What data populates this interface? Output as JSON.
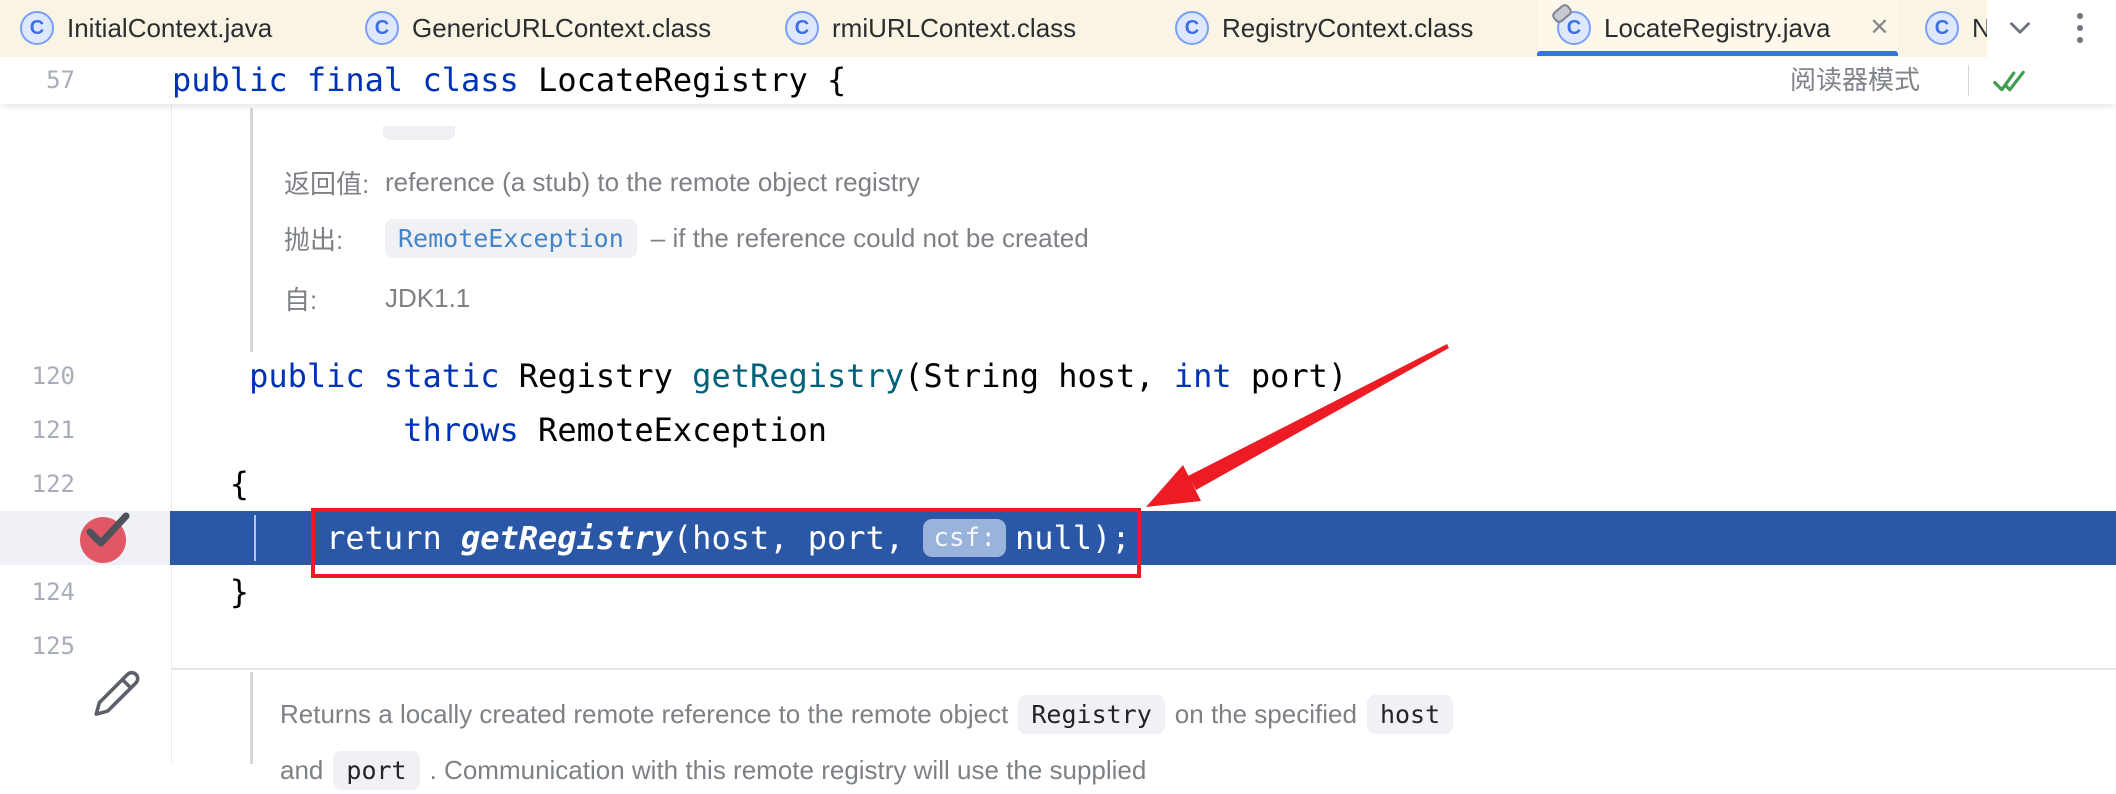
{
  "tab_bar": {
    "icon_letter": "C",
    "tabs": [
      {
        "label": "InitialContext.java"
      },
      {
        "label": "GenericURLContext.class"
      },
      {
        "label": "rmiURLContext.class"
      },
      {
        "label": "RegistryContext.class"
      },
      {
        "label": "LocateRegistry.java",
        "active": true,
        "close": "✕"
      },
      {
        "label": "N"
      }
    ]
  },
  "sticky_header": {
    "line_number": "57",
    "code_keyword": "public final class ",
    "code_rest": "LocateRegistry {",
    "reader_mode": "阅读器模式"
  },
  "doc_above": {
    "returns_label": "返回值:",
    "returns_text": "reference (a stub) to the remote object registry",
    "throws_label": "抛出:",
    "throws_chip": "RemoteException",
    "throws_text": "– if the reference could not be created",
    "since_label": "自:",
    "since_text": "JDK1.1"
  },
  "code": {
    "line120": {
      "num": "120",
      "t0": "    public static ",
      "t1": "Registry ",
      "t2": "getRegistry",
      "t3": "(String host, ",
      "t4": "int",
      "t5": " port)"
    },
    "line121": {
      "num": "121",
      "t0": "            throws",
      "t1": " RemoteException"
    },
    "line122": {
      "num": "122",
      "t0": "   {"
    },
    "line123": {
      "t0": "        return ",
      "t1": "getRegistry",
      "t2": "(host, port, ",
      "hint": "csf:",
      "t3": "null);"
    },
    "line124": {
      "num": "124",
      "t0": "   }"
    },
    "line125": {
      "num": "125",
      "t0": ""
    }
  },
  "doc_below": {
    "line1_a": "Returns a locally created remote reference to the remote object",
    "line1_chip1": "Registry",
    "line1_b": "on the specified",
    "line1_chip2": "host",
    "line2_a": "and",
    "line2_chip": "port",
    "line2_b": ". Communication with this remote registry will use the supplied"
  },
  "colors": {
    "accent_blue": "#3574f0",
    "tab_strip_bg": "#faf4e4",
    "keyword": "#0033b3",
    "method_decl": "#00627a",
    "highlight_row": "#2a58a6",
    "annotation_red": "#ed1c24",
    "breakpoint_red": "#e25766",
    "check_green": "#3f9e4d"
  }
}
